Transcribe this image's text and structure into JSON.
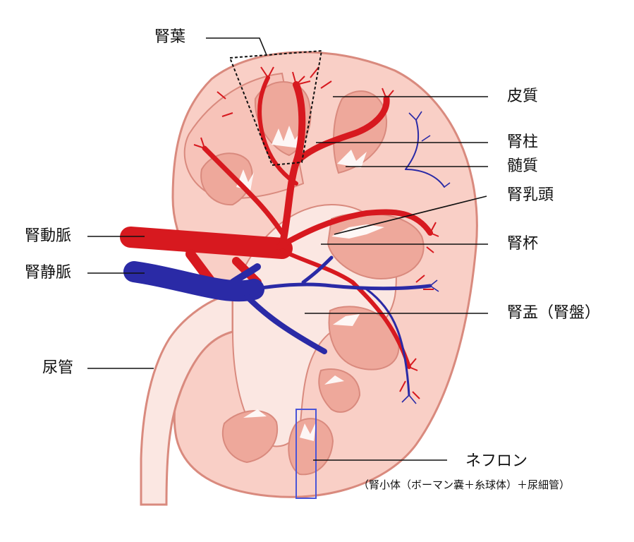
{
  "labels": {
    "lobe": "腎葉",
    "cortex": "皮質",
    "column": "腎柱",
    "medulla": "髄質",
    "papilla": "腎乳頭",
    "calyx": "腎杯",
    "pelvis": "腎盂（腎盤）",
    "artery": "腎動脈",
    "vein": "腎静脈",
    "ureter": "尿管",
    "nephron": "ネフロン",
    "nephron_detail": "（腎小体（ボーマン嚢＋糸球体）＋尿細管）"
  },
  "colors": {
    "capsule": "#d98a7e",
    "cortex": "#f9cfc6",
    "pyramid": "#eea89b",
    "pelvis": "#fbe7e2",
    "artery": "#d7191f",
    "vein": "#2a2aa6",
    "nephron_box": "#4a55d8"
  }
}
